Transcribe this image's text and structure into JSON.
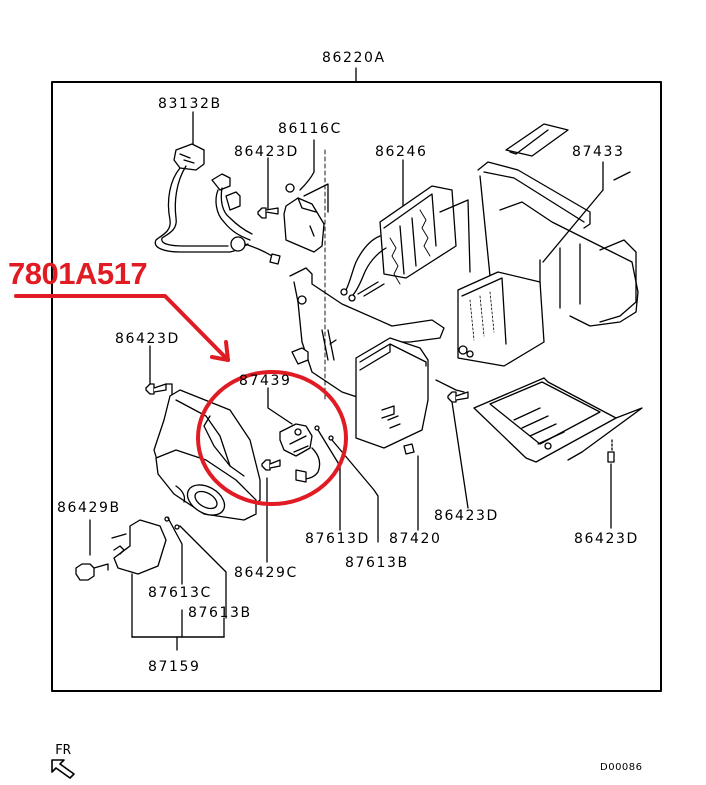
{
  "diagram": {
    "type": "exploded-parts-diagram",
    "assembly_label": "86220A",
    "annotation": {
      "text": "7801A517",
      "color": "#e01b24",
      "points_to": "87439"
    },
    "part_labels": [
      {
        "id": "86220A",
        "text": "86220A"
      },
      {
        "id": "83132B",
        "text": "83132B"
      },
      {
        "id": "86116C",
        "text": "86116C"
      },
      {
        "id": "86423D-top",
        "text": "86423D"
      },
      {
        "id": "86246",
        "text": "86246"
      },
      {
        "id": "87433",
        "text": "87433"
      },
      {
        "id": "86423D-left",
        "text": "86423D"
      },
      {
        "id": "87439",
        "text": "87439"
      },
      {
        "id": "86429B",
        "text": "86429B"
      },
      {
        "id": "87613D",
        "text": "87613D"
      },
      {
        "id": "87420",
        "text": "87420"
      },
      {
        "id": "86423D-mid",
        "text": "86423D"
      },
      {
        "id": "86423D-right",
        "text": "86423D"
      },
      {
        "id": "86429C",
        "text": "86429C"
      },
      {
        "id": "87613B-mid",
        "text": "87613B"
      },
      {
        "id": "87613C",
        "text": "87613C"
      },
      {
        "id": "87613B-left",
        "text": "87613B"
      },
      {
        "id": "87159",
        "text": "87159"
      }
    ],
    "orientation": {
      "text": "FR",
      "icon": "front-arrow-icon"
    },
    "drawing_code": "D00086",
    "colors": {
      "line": "#000000",
      "annotation": "#e01b24",
      "background": "#ffffff"
    }
  }
}
